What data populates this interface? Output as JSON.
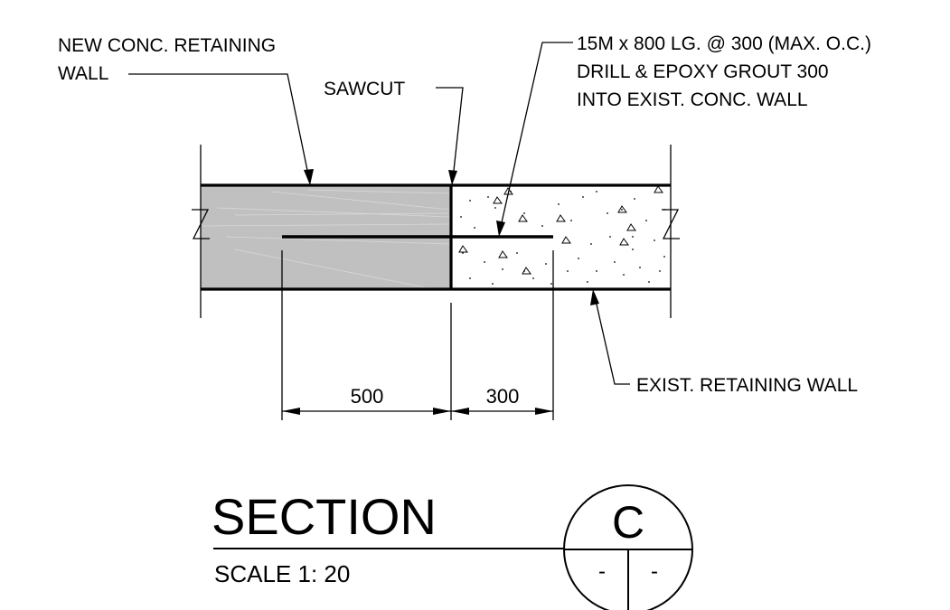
{
  "labels": {
    "new_wall_line1": "NEW  CONC. RETAINING",
    "new_wall_line2": "WALL",
    "sawcut": "SAWCUT",
    "dowel_line1": "15M x 800 LG. @ 300 (MAX. O.C.)",
    "dowel_line2": "DRILL & EPOXY GROUT 300",
    "dowel_line3": "INTO EXIST. CONC. WALL",
    "exist_wall": "EXIST. RETAINING WALL"
  },
  "dimensions": {
    "left": "500",
    "right": "300"
  },
  "title_block": {
    "title": "SECTION",
    "scale": "SCALE 1: 20",
    "bubble_letter": "C",
    "bubble_left": "-",
    "bubble_right": "-"
  },
  "colors": {
    "new_wall_fill": "#c0c0c0",
    "line": "#000000"
  }
}
